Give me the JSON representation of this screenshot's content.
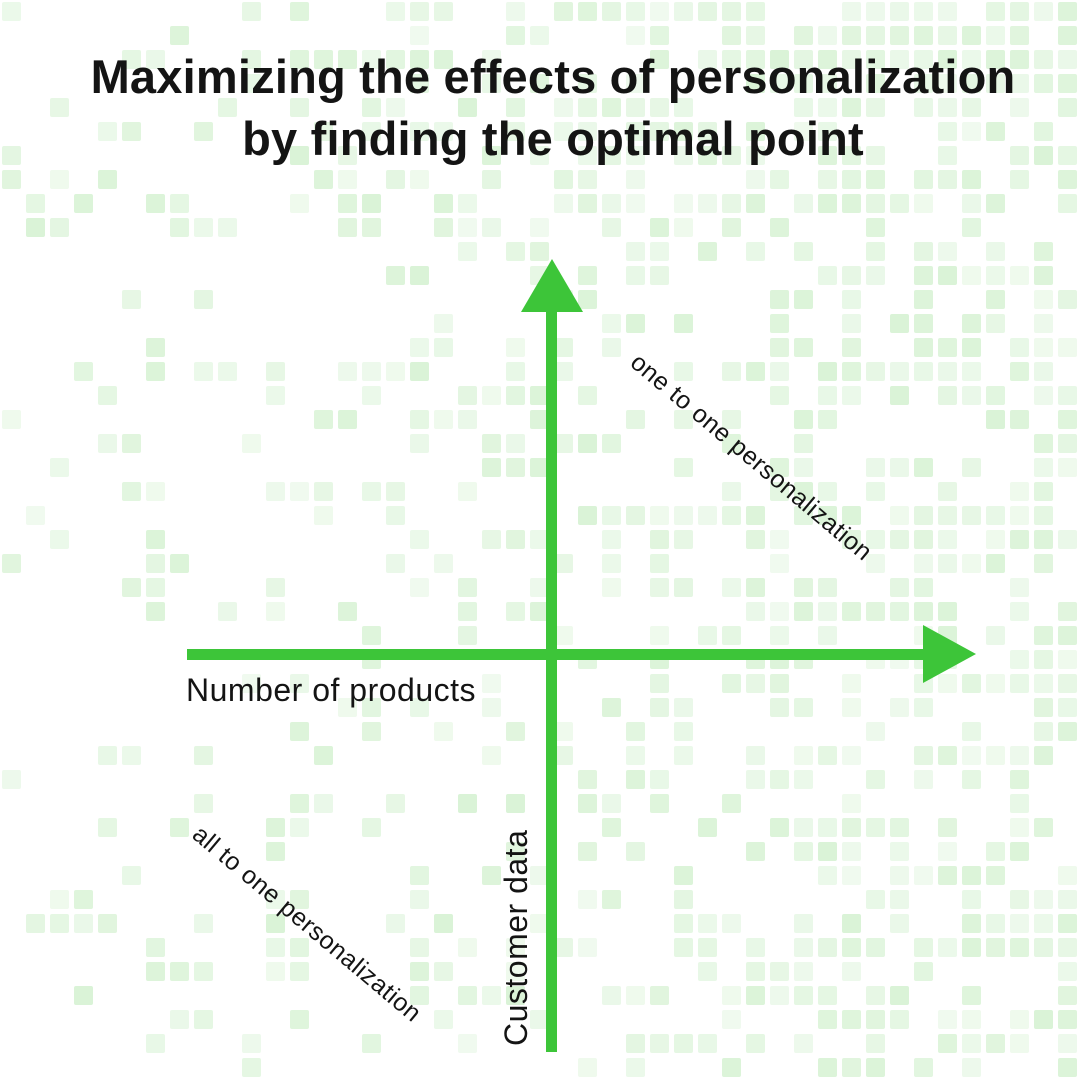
{
  "title": "Maximizing the effects of personalization by finding the optimal point",
  "axes": {
    "x_label": "Number of products",
    "y_label": "Customer data"
  },
  "quadrant_labels": {
    "upper_right": "one to one personalization",
    "lower_left": "all to one personalization"
  },
  "colors": {
    "axis_green": "#3dc539",
    "pattern_green": "#5ecb52",
    "text_black": "#141414",
    "background": "#ffffff"
  }
}
